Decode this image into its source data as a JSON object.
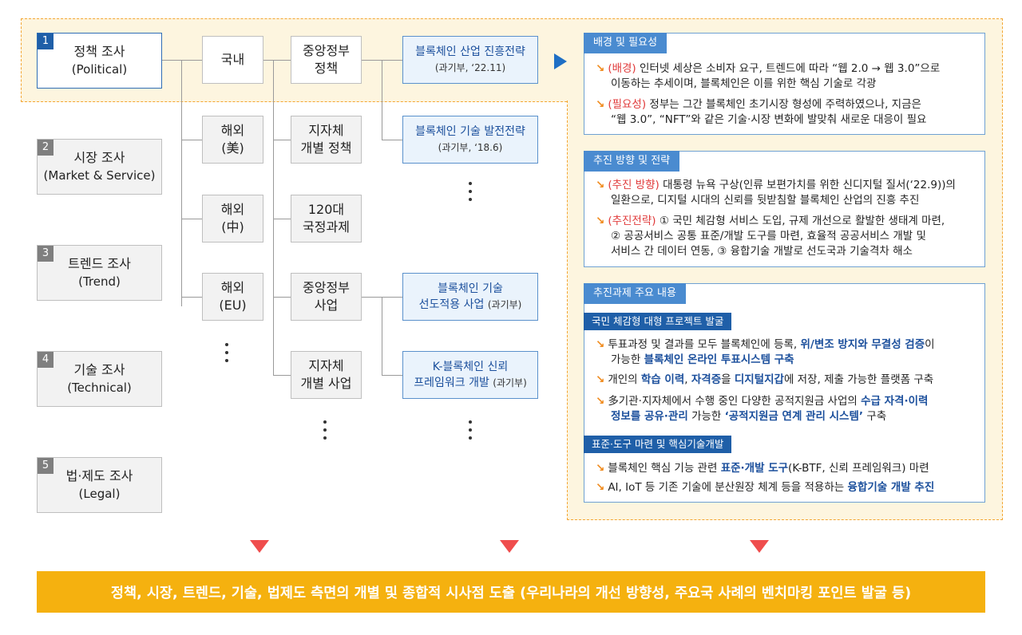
{
  "categories": [
    {
      "num": "1",
      "title": "정책 조사",
      "sub": "(Political)"
    },
    {
      "num": "2",
      "title": "시장 조사",
      "sub": "(Market & Service)"
    },
    {
      "num": "3",
      "title": "트렌드 조사",
      "sub": "(Trend)"
    },
    {
      "num": "4",
      "title": "기술 조사",
      "sub": "(Technical)"
    },
    {
      "num": "5",
      "title": "법·제도 조사",
      "sub": "(Legal)"
    }
  ],
  "regions": [
    "국내",
    "해외\n(美)",
    "해외\n(中)",
    "해외\n(EU)"
  ],
  "policy_nodes": [
    "중앙정부\n정책",
    "지자체\n개별 정책",
    "120대\n국정과제",
    "중앙정부\n사업",
    "지자체\n개별 사업"
  ],
  "leaves": [
    {
      "title": "블록체인 산업 진흥전략",
      "sub": "(과기부, ‘22.11)"
    },
    {
      "title": "블록체인 기술 발전전략",
      "sub": "(과기부, ‘18.6)"
    },
    {
      "title": "블록체인 기술",
      "title2": "선도적용 사업",
      "sub": "(과기부)"
    },
    {
      "title": "K-블록체인 신뢰",
      "title2": "프레임워크 개발",
      "sub": "(과기부)"
    }
  ],
  "panel1": {
    "tag": "배경 및 필요성",
    "b1": {
      "key": "(배경)",
      "l1": " 인터넷 세상은 소비자 요구, 트렌드에 따라 “웹 2.0 → 웹 3.0”으로",
      "l2": "이동하는 추세이며, 블록체인은 이를 위한 핵심 기술로 각광"
    },
    "b2": {
      "key": "(필요성)",
      "l1": " 정부는 그간 블록체인 초기시장 형성에 주력하였으나, 지금은",
      "l2": "“웹 3.0”, “NFT”와 같은 기술·시장 변화에 발맞춰 새로운 대응이 필요"
    }
  },
  "panel2": {
    "tag": "추진 방향 및 전략",
    "b1": {
      "key": "(추진 방향)",
      "l1": " 대통령 뉴욕 구상(인류 보편가치를 위한 신디지털 질서(‘22.9))의",
      "l2": "일환으로, 디지털 시대의 신뢰를 뒷받침할 블록체인 산업의 진흥 추진"
    },
    "b2": {
      "key": "(추진전략)",
      "l1": " ① 국민 체감형 서비스 도입, 규제 개선으로 활발한 생태계 마련,",
      "l2": "② 공공서비스 공통 표준/개발 도구를 마련, 효율적 공공서비스 개발 및",
      "l3": "서비스 간 데이터 연동, ③ 융합기술 개발로 선도국과 기술격차 해소"
    }
  },
  "panel3": {
    "tag": "추진과제 주요 내용",
    "sub1": "국민 체감형 대형 프로젝트 발굴",
    "s1b1": {
      "a": "투표과정 및 결과를 모두 블록체인에 등록, ",
      "b": "위/변조 방지와 무결성 검증",
      "c": "이",
      "l2a": "가능한 ",
      "l2b": "블록체인 온라인 투표시스템 구축"
    },
    "s1b2": {
      "a": "개인의 ",
      "b": "학습 이력",
      "c": ", ",
      "d": "자격증",
      "e": "을 ",
      "f": "디지털지갑",
      "g": "에 저장, 제출 가능한 플랫폼 구축"
    },
    "s1b3": {
      "a": "多기관·지자체에서 수행 중인 다양한 공적지원금 사업의 ",
      "b": "수급 자격·이력",
      "l2a": "정보를 공유·관리",
      "l2b": " 가능한 ",
      "l2c": "‘공적지원금 연계 관리 시스템’",
      "l2d": " 구축"
    },
    "sub2": "표준·도구 마련 및 핵심기술개발",
    "s2b1": {
      "a": "블록체인 핵심 기능 관련 ",
      "b": "표준·개발 도구",
      "c": "(K-BTF, 신뢰 프레임워크) 마련"
    },
    "s2b2": {
      "a": "AI, IoT 등 기존 기술에 분산원장 체계 등을 적용하는 ",
      "b": "융합기술 개발 추진"
    }
  },
  "bottom": "정책, 시장, 트렌드, 기술, 법제도 측면의 개별 및 종합적 시사점 도출 (우리나라의 개선 방향성, 주요국 사례의 벤치마킹 포인트 발굴 등)",
  "colors": {
    "accent": "#1f5fa8",
    "highlight": "#fdf5df",
    "dash": "#f3a531",
    "banner": "#f5b10f",
    "arrow": "#ef4d4d"
  }
}
